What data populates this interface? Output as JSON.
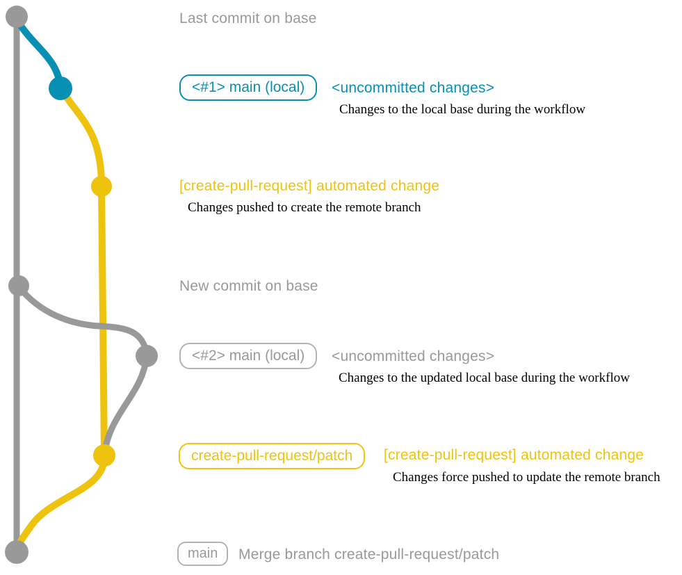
{
  "colors": {
    "gray": "#999999",
    "gray_border": "#b3b3b3",
    "blue": "#0790b4",
    "yellow": "#eec30e",
    "text_dark": "#000000",
    "background": "#ffffff"
  },
  "diagram": {
    "rows": {
      "r1": {
        "label": "Last commit on base"
      },
      "r2": {
        "badge": "<#1> main (local)",
        "heading": "<uncommitted changes>",
        "desc": "Changes to the local base during the workflow"
      },
      "r3": {
        "heading": "[create-pull-request] automated change",
        "desc": "Changes pushed to create the remote branch"
      },
      "r4": {
        "label": "New commit on base"
      },
      "r5": {
        "badge": "<#2> main (local)",
        "heading": "<uncommitted changes>",
        "desc": "Changes to the updated local base during the workflow"
      },
      "r6": {
        "badge": "create-pull-request/patch",
        "heading": "[create-pull-request] automated change",
        "desc": "Changes force pushed to update the remote branch"
      },
      "r7": {
        "badge": "main",
        "heading": "Merge branch create-pull-request/patch"
      }
    },
    "graph": {
      "nodes": [
        {
          "id": "last-commit-on-base",
          "color": "gray",
          "row": "r1"
        },
        {
          "id": "local-main-1",
          "color": "blue",
          "row": "r2"
        },
        {
          "id": "automated-change-1",
          "color": "yellow",
          "row": "r3"
        },
        {
          "id": "new-commit-on-base",
          "color": "gray",
          "row": "r4"
        },
        {
          "id": "local-main-2",
          "color": "gray",
          "row": "r5"
        },
        {
          "id": "automated-change-2",
          "color": "yellow",
          "row": "r6"
        },
        {
          "id": "merge-commit",
          "color": "gray",
          "row": "r7"
        }
      ],
      "edges": [
        {
          "from": "last-commit-on-base",
          "to": "merge-commit",
          "color": "gray"
        },
        {
          "from": "last-commit-on-base",
          "to": "local-main-1",
          "color": "blue"
        },
        {
          "from": "local-main-1",
          "to": "automated-change-1",
          "color": "yellow"
        },
        {
          "from": "automated-change-1",
          "to": "automated-change-2",
          "color": "yellow"
        },
        {
          "from": "new-commit-on-base",
          "to": "local-main-2",
          "color": "gray"
        },
        {
          "from": "local-main-2",
          "to": "automated-change-2",
          "color": "gray"
        },
        {
          "from": "automated-change-2",
          "to": "merge-commit",
          "color": "yellow"
        }
      ]
    }
  }
}
